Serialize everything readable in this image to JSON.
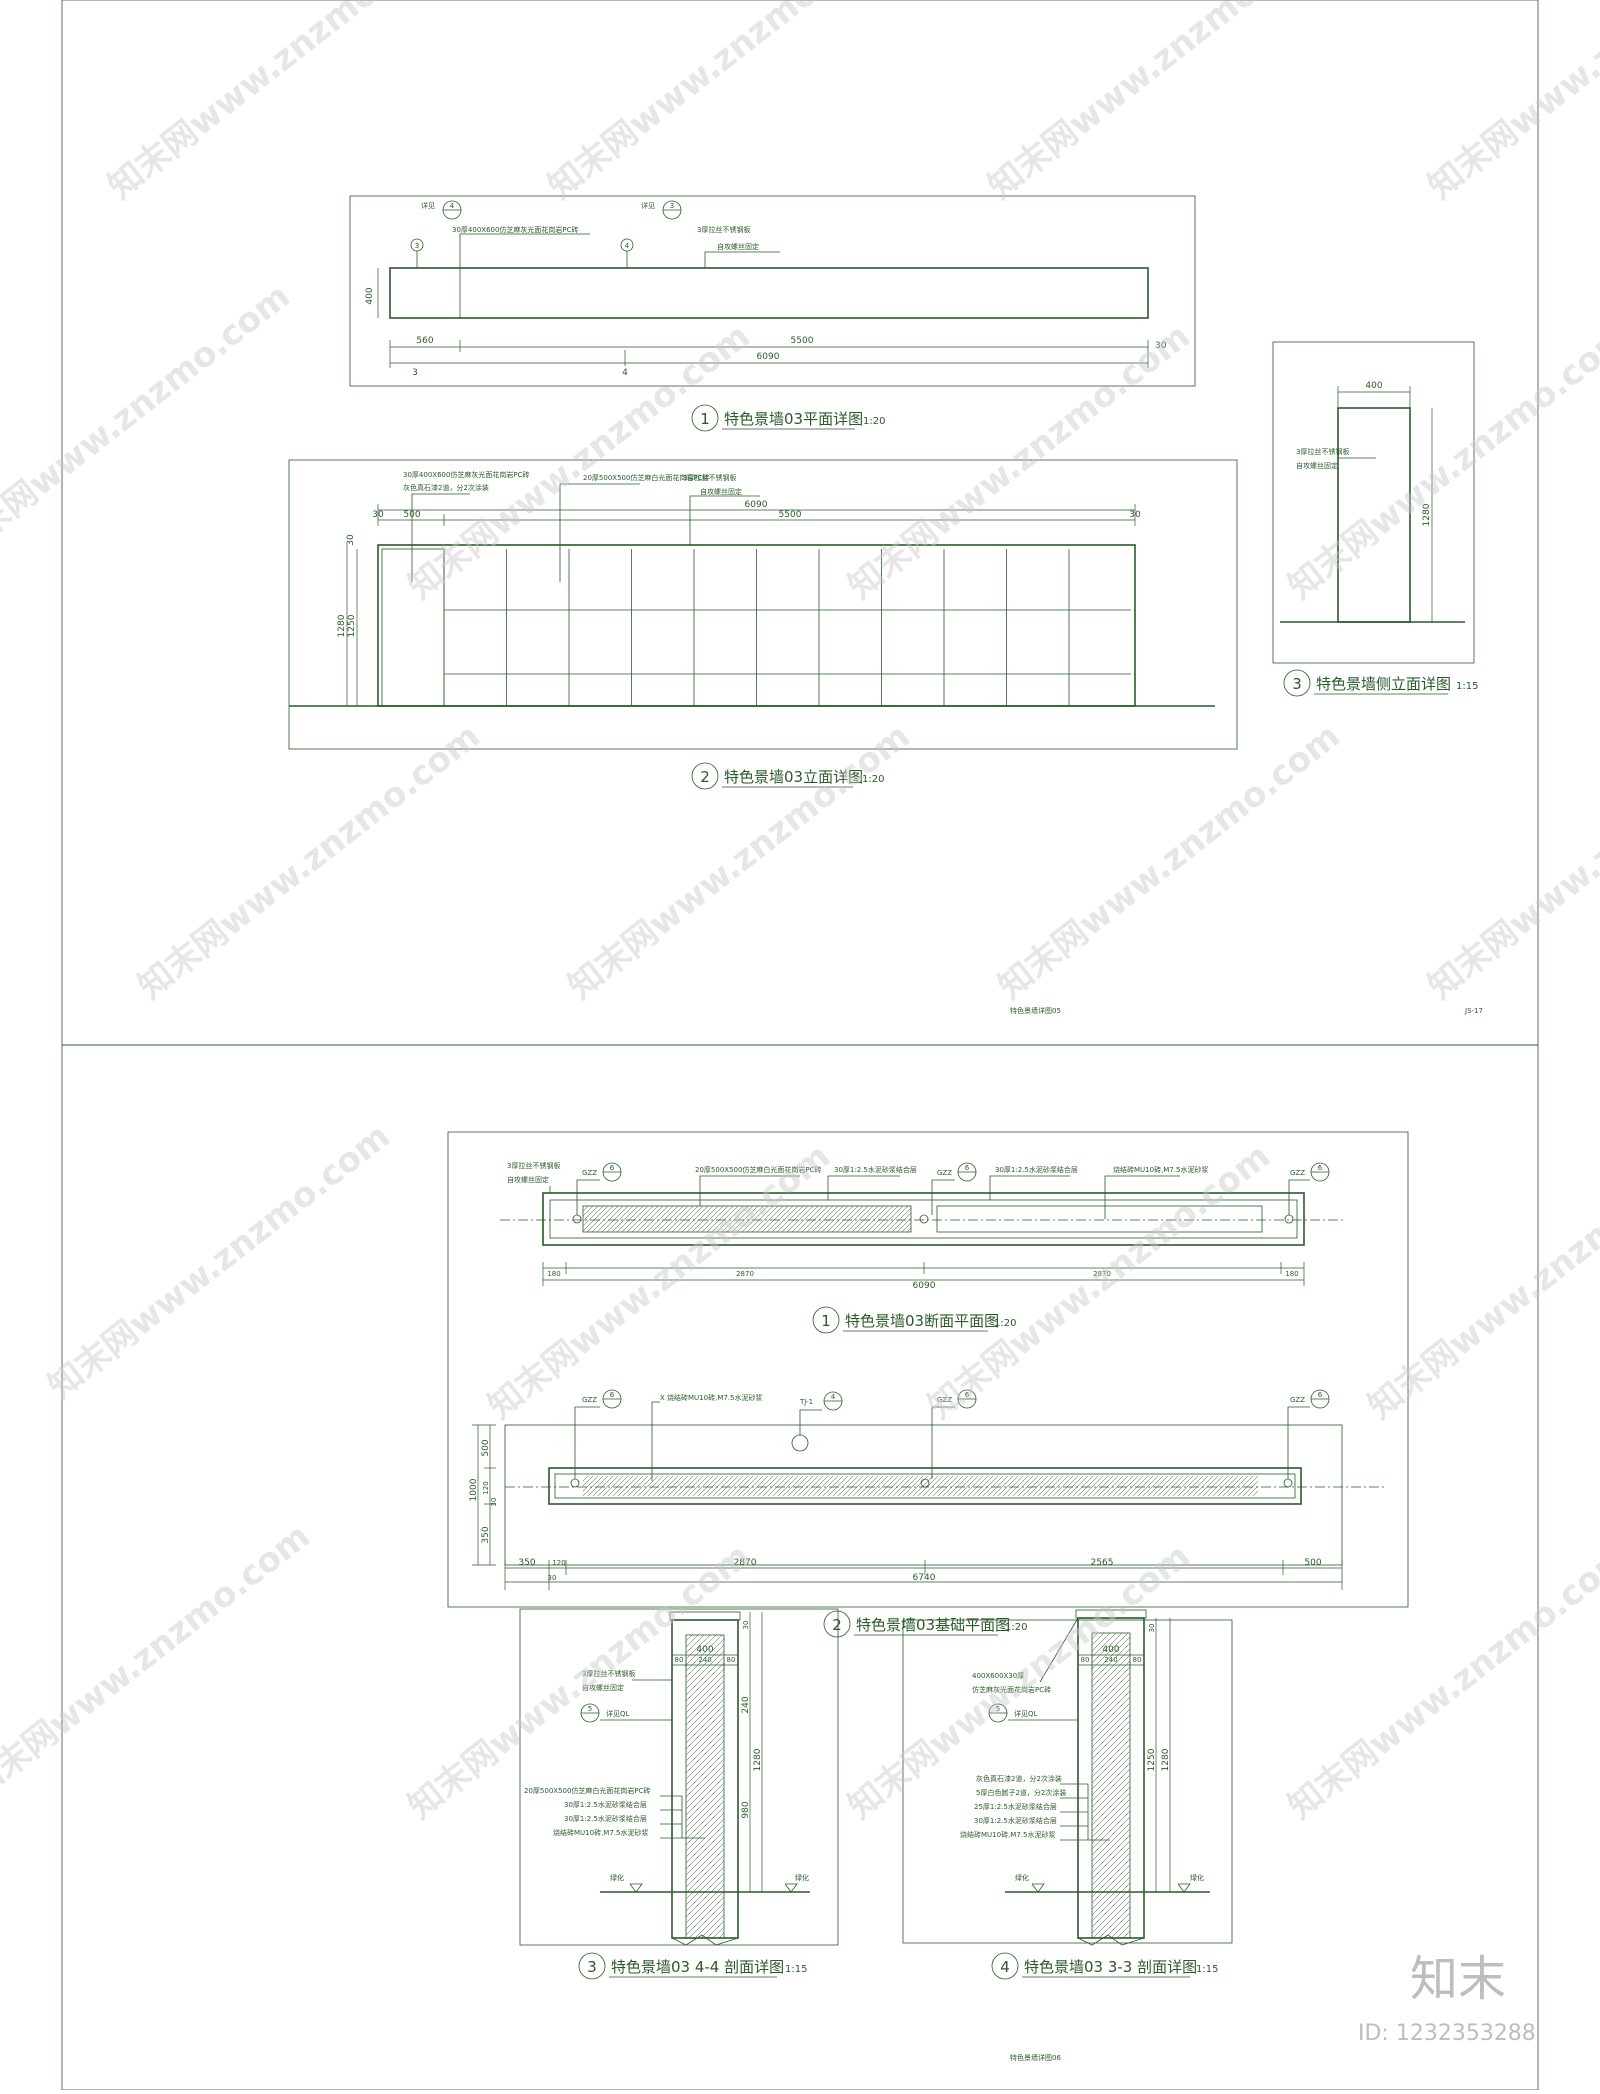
{
  "sheet1": {
    "footer": "特色景墙详图05",
    "page_no": "JS-17",
    "plan": {
      "title": "特色景墙03平面详图",
      "num": "1",
      "scale": "1:20",
      "notes": [
        "30厚400X600仿芝麻灰光面花岗岩PC砖",
        "3厚拉丝不锈钢板",
        "自攻螺丝固定"
      ],
      "tags": [
        {
          "n": "4",
          "label": "详见"
        },
        {
          "n": "3",
          "label": "详见"
        }
      ],
      "circles": [
        "3",
        "4"
      ],
      "dims": [
        "400",
        "560",
        "5500",
        "6090",
        "30"
      ],
      "axes": [
        "3",
        "4"
      ]
    },
    "elev": {
      "title": "特色景墙03立面详图",
      "num": "2",
      "scale": "1:20",
      "notes": [
        "30厚400X600仿芝麻灰光面花岗岩PC砖",
        "20厚500X500仿芝麻白光面花岗岩PC砖",
        "3厚拉丝不锈钢板",
        "自攻螺丝固定",
        "灰色真石漆2道，分2次涂装"
      ],
      "dims": [
        "6090",
        "30",
        "500",
        "5500",
        "30",
        "30",
        "1280",
        "1250"
      ]
    },
    "side": {
      "title": "特色景墙侧立面详图",
      "num": "3",
      "scale": "1:15",
      "notes": [
        "3厚拉丝不锈钢板",
        "自攻螺丝固定"
      ],
      "dims": [
        "400",
        "1280"
      ]
    }
  },
  "sheet2": {
    "footer": "特色景墙详图06",
    "section_plan": {
      "title": "特色景墙03断面平面图",
      "num": "1",
      "scale": "1:20",
      "notes": [
        "3厚拉丝不锈钢板",
        "自攻螺丝固定",
        "20厚500X500仿芝麻白光面花岗岩PC砖",
        "30厚1:2.5水泥砂浆结合层",
        "30厚1:2.5水泥砂浆结合层",
        "烧结砖MU10砖,M7.5水泥砂浆"
      ],
      "gzz": "GZZ",
      "gzz_n": "6",
      "dims": [
        "180",
        "2870",
        "2870",
        "180",
        "6090"
      ]
    },
    "foundation": {
      "title": "特色景墙03基础平面图",
      "num": "2",
      "scale": "1:20",
      "notes": [
        "X 烧结砖MU10砖,M7.5水泥砂浆"
      ],
      "tj": "TJ-1",
      "tj_n": "4",
      "dims": [
        "350",
        "120",
        "2870",
        "2565",
        "500",
        "30",
        "6740",
        "500",
        "1000",
        "120",
        "30",
        "350"
      ]
    },
    "sec44": {
      "title": "特色景墙03 4-4 剖面详图",
      "num": "3",
      "scale": "1:15",
      "notes": [
        "3厚拉丝不锈钢板",
        "自攻螺丝固定",
        "20厚500X500仿芝麻白光面花岗岩PC砖",
        "30厚1:2.5水泥砂浆结合层",
        "30厚1:2.5水泥砂浆结合层",
        "烧结砖MU10砖,M7.5水泥砂浆"
      ],
      "tag": "详见QL",
      "tag_n": "5",
      "ground": "绿化",
      "dims": [
        "400",
        "80",
        "240",
        "80",
        "30",
        "240",
        "980",
        "1280"
      ]
    },
    "sec33": {
      "title": "特色景墙03 3-3 剖面详图",
      "num": "4",
      "scale": "1:15",
      "notes": [
        "400X600X30厚",
        "仿芝麻灰光面花岗岩PC砖",
        "灰色真石漆2道，分2次涂装",
        "5厚白色腻子2道，分2次涂装",
        "25厚1:2.5水泥砂浆结合层",
        "30厚1:2.5水泥砂浆结合层",
        "烧结砖MU10砖,M7.5水泥砂浆"
      ],
      "tag": "详见QL",
      "tag_n": "5",
      "ground": "绿化",
      "dims": [
        "400",
        "80",
        "240",
        "80",
        "30",
        "1250",
        "1280"
      ]
    }
  },
  "watermark": "知末网www.znzmo.com",
  "brand": {
    "logo": "知末",
    "id": "ID: 1232353288"
  }
}
